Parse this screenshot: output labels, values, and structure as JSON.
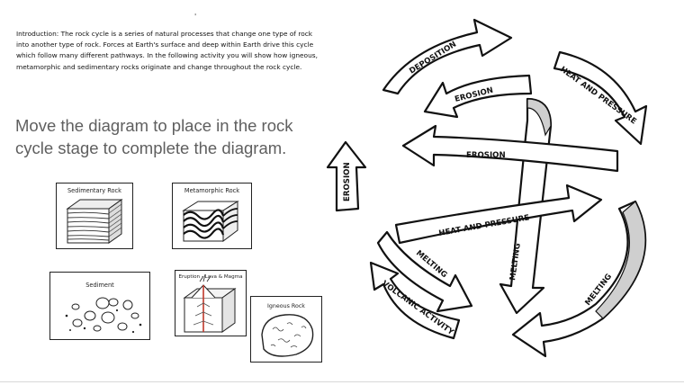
{
  "intro": {
    "text": "Introduction: The rock cycle is a series of natural processes that change one type of rock into another type of rock.  Forces at Earth's surface and deep within Earth drive this cycle which follow many different pathways.  In the following activity you will show how igneous, metamorphic and sedimentary rocks originate and change throughout the rock cycle."
  },
  "tick_mark": "'",
  "instruction": "Move the diagram to place in the rock cycle stage to complete the diagram.",
  "cards": {
    "sedimentary": "Sedimentary Rock",
    "metamorphic": "Metamorphic Rock",
    "sediment": "Sediment",
    "eruption": "Eruption - Lava & Magma",
    "igneous": "Igneous Rock"
  },
  "arrows": {
    "deposition": "DEPOSITION",
    "heat_pressure_top": "HEAT AND PRESSURE",
    "erosion_upper": "EROSION",
    "erosion_middle": "EROSION",
    "erosion_left": "EROSION",
    "heat_pressure_center": "HEAT AND PRESSURE",
    "melting_left": "MELTING",
    "melting_center": "MELTING",
    "melting_right": "MELTING",
    "volcanic_activity": "VOLCANIC ACTIVITY"
  }
}
